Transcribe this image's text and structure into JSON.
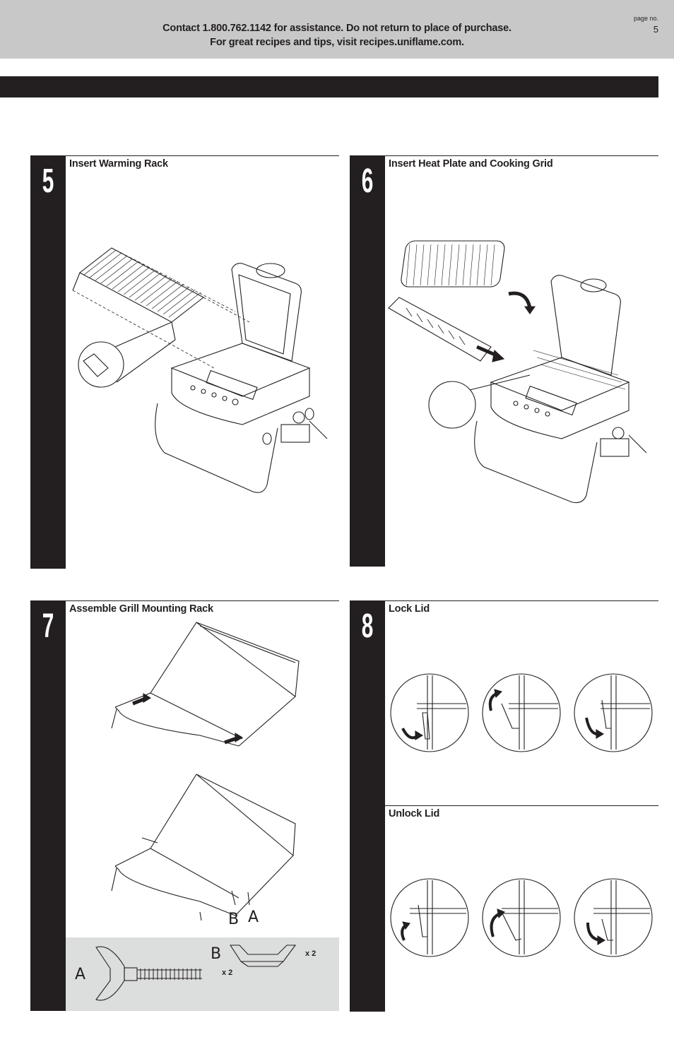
{
  "header": {
    "line1": "Contact 1.800.762.1142 for assistance. Do not return to place of purchase.",
    "line2": "For great recipes and tips, visit recipes.uniflame.com.",
    "page_label": "page no.",
    "page_number": "5"
  },
  "steps": [
    {
      "number": "5",
      "title": "Insert Warming Rack"
    },
    {
      "number": "6",
      "title": "Insert Heat Plate and Cooking Grid"
    },
    {
      "number": "7",
      "title": "Assemble Grill Mounting Rack",
      "part_labels": [
        "B",
        "A"
      ]
    },
    {
      "number": "8",
      "title": "Lock Lid",
      "subtitle": "Unlock Lid"
    }
  ],
  "hardware": {
    "a": {
      "letter": "A",
      "qty": "x 2"
    },
    "b": {
      "letter": "B",
      "qty": "x 2"
    }
  }
}
